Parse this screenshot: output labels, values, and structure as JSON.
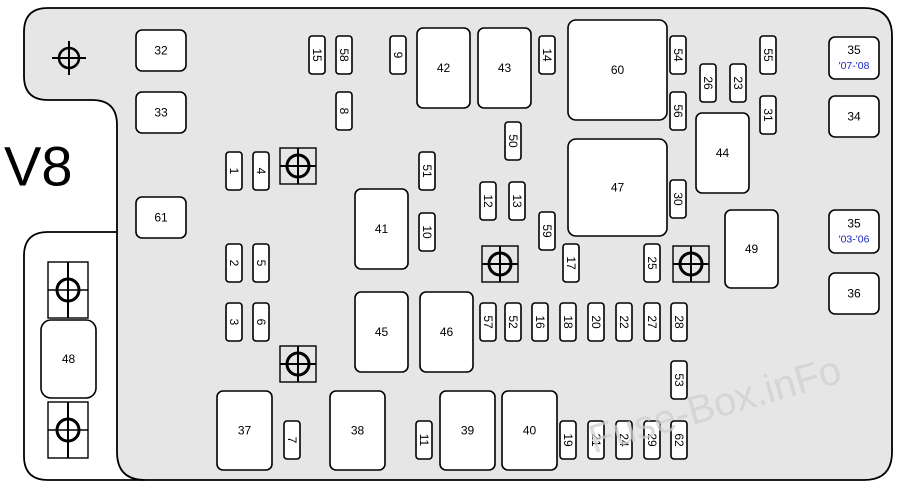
{
  "diagram": {
    "engine_label": "V8",
    "watermark": "Fuse-Box.inFo",
    "colors": {
      "panel_fill": "#e6e6e6",
      "outline": "#000000",
      "fuse_fill": "#ffffff",
      "sublabel": "#1a28c4",
      "watermark": "#cfcfcf"
    },
    "fuses": [
      {
        "id": "32",
        "label": "32",
        "orient": "h"
      },
      {
        "id": "33",
        "label": "33",
        "orient": "h"
      },
      {
        "id": "61",
        "label": "61",
        "orient": "h"
      },
      {
        "id": "15",
        "label": "15",
        "orient": "v"
      },
      {
        "id": "58",
        "label": "58",
        "orient": "v"
      },
      {
        "id": "9",
        "label": "9",
        "orient": "v"
      },
      {
        "id": "8",
        "label": "8",
        "orient": "v"
      },
      {
        "id": "42",
        "label": "42",
        "orient": "h"
      },
      {
        "id": "43",
        "label": "43",
        "orient": "h"
      },
      {
        "id": "14",
        "label": "14",
        "orient": "v"
      },
      {
        "id": "60",
        "label": "60",
        "orient": "h"
      },
      {
        "id": "54",
        "label": "54",
        "orient": "v"
      },
      {
        "id": "56",
        "label": "56",
        "orient": "v"
      },
      {
        "id": "26",
        "label": "26",
        "orient": "v"
      },
      {
        "id": "23",
        "label": "23",
        "orient": "v"
      },
      {
        "id": "55",
        "label": "55",
        "orient": "v"
      },
      {
        "id": "31",
        "label": "31",
        "orient": "v"
      },
      {
        "id": "35a",
        "label": "35",
        "sublabel": "'07-'08",
        "orient": "h"
      },
      {
        "id": "34",
        "label": "34",
        "orient": "h"
      },
      {
        "id": "35b",
        "label": "35",
        "sublabel": "'03-'06",
        "orient": "h"
      },
      {
        "id": "36",
        "label": "36",
        "orient": "h"
      },
      {
        "id": "1",
        "label": "1",
        "orient": "v"
      },
      {
        "id": "4",
        "label": "4",
        "orient": "v"
      },
      {
        "id": "51",
        "label": "51",
        "orient": "v"
      },
      {
        "id": "50",
        "label": "50",
        "orient": "v"
      },
      {
        "id": "12",
        "label": "12",
        "orient": "v"
      },
      {
        "id": "13",
        "label": "13",
        "orient": "v"
      },
      {
        "id": "47",
        "label": "47",
        "orient": "h"
      },
      {
        "id": "30",
        "label": "30",
        "orient": "v"
      },
      {
        "id": "44",
        "label": "44",
        "orient": "h"
      },
      {
        "id": "41",
        "label": "41",
        "orient": "h"
      },
      {
        "id": "10",
        "label": "10",
        "orient": "v"
      },
      {
        "id": "59",
        "label": "59",
        "orient": "v"
      },
      {
        "id": "17",
        "label": "17",
        "orient": "v"
      },
      {
        "id": "25",
        "label": "25",
        "orient": "v"
      },
      {
        "id": "49",
        "label": "49",
        "orient": "h"
      },
      {
        "id": "2",
        "label": "2",
        "orient": "v"
      },
      {
        "id": "5",
        "label": "5",
        "orient": "v"
      },
      {
        "id": "3",
        "label": "3",
        "orient": "v"
      },
      {
        "id": "6",
        "label": "6",
        "orient": "v"
      },
      {
        "id": "45",
        "label": "45",
        "orient": "h"
      },
      {
        "id": "46",
        "label": "46",
        "orient": "h"
      },
      {
        "id": "57",
        "label": "57",
        "orient": "v"
      },
      {
        "id": "52",
        "label": "52",
        "orient": "v"
      },
      {
        "id": "16",
        "label": "16",
        "orient": "v"
      },
      {
        "id": "18",
        "label": "18",
        "orient": "v"
      },
      {
        "id": "20",
        "label": "20",
        "orient": "v"
      },
      {
        "id": "22",
        "label": "22",
        "orient": "v"
      },
      {
        "id": "27",
        "label": "27",
        "orient": "v"
      },
      {
        "id": "28",
        "label": "28",
        "orient": "v"
      },
      {
        "id": "53",
        "label": "53",
        "orient": "v"
      },
      {
        "id": "48",
        "label": "48",
        "orient": "h"
      },
      {
        "id": "37",
        "label": "37",
        "orient": "h"
      },
      {
        "id": "7",
        "label": "7",
        "orient": "v"
      },
      {
        "id": "38",
        "label": "38",
        "orient": "h"
      },
      {
        "id": "11",
        "label": "11",
        "orient": "v"
      },
      {
        "id": "39",
        "label": "39",
        "orient": "h"
      },
      {
        "id": "40",
        "label": "40",
        "orient": "h"
      },
      {
        "id": "19",
        "label": "19",
        "orient": "v"
      },
      {
        "id": "21",
        "label": "21",
        "orient": "v"
      },
      {
        "id": "24",
        "label": "24",
        "orient": "v"
      },
      {
        "id": "29",
        "label": "29",
        "orient": "v"
      },
      {
        "id": "62",
        "label": "62",
        "orient": "v"
      }
    ]
  }
}
